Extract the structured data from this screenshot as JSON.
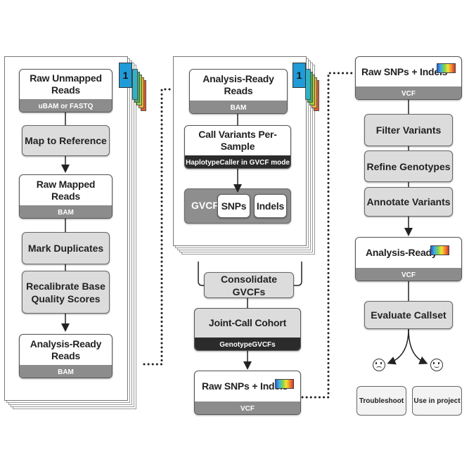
{
  "col1": {
    "raw_unmapped": {
      "title": "Raw Unmapped Reads",
      "sub": "uBAM or FASTQ"
    },
    "map_ref": "Map to Reference",
    "raw_mapped": {
      "title": "Raw Mapped Reads",
      "sub": "BAM"
    },
    "mark_dup": "Mark Duplicates",
    "recal_line1": "Recalibrate Base",
    "recal_line2": "Quality Scores",
    "analysis_ready": {
      "title": "Analysis-Ready Reads",
      "sub": "BAM"
    },
    "badge": "1"
  },
  "col2": {
    "analysis_ready": {
      "title": "Analysis-Ready Reads",
      "sub": "BAM"
    },
    "call_variants": {
      "title": "Call Variants Per-Sample",
      "sub": "HaplotypeCaller in GVCF mode"
    },
    "gvcf": "GVCF",
    "snps": "SNPs",
    "indels": "Indels",
    "consolidate": "Consolidate GVCFs",
    "joint_call": {
      "title": "Joint-Call Cohort",
      "sub": "GenotypeGVCFs"
    },
    "raw_snps": {
      "title": "Raw SNPs + Indels",
      "sub": "VCF"
    },
    "badge": "1"
  },
  "col3": {
    "raw_snps": {
      "title": "Raw SNPs + Indels",
      "sub": "VCF"
    },
    "filter": "Filter Variants",
    "refine": "Refine Genotypes",
    "annotate": "Annotate Variants",
    "analysis_ready": {
      "title": "Analysis-Ready",
      "sub": "VCF"
    },
    "evaluate": "Evaluate Callset",
    "troubleshoot": "Troubleshoot",
    "use_in_project": "Use in project"
  }
}
